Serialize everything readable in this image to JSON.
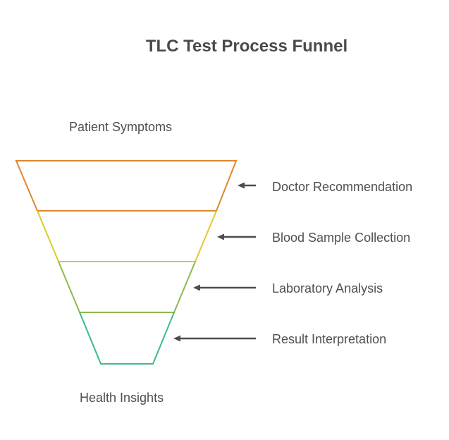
{
  "title": "TLC Test Process Funnel",
  "funnel": {
    "top_label": "Patient Symptoms",
    "bottom_label": "Health Insights",
    "stages": [
      {
        "label": "Doctor Recommendation",
        "color": "#e0862e"
      },
      {
        "label": "Blood Sample Collection",
        "color": "#dccb2b"
      },
      {
        "label": "Laboratory Analysis",
        "color": "#8cba4c"
      },
      {
        "label": "Result Interpretation",
        "color": "#3abd85"
      }
    ],
    "arrow_color": "#4d4d4d",
    "text_color": "#4a4a4a"
  }
}
